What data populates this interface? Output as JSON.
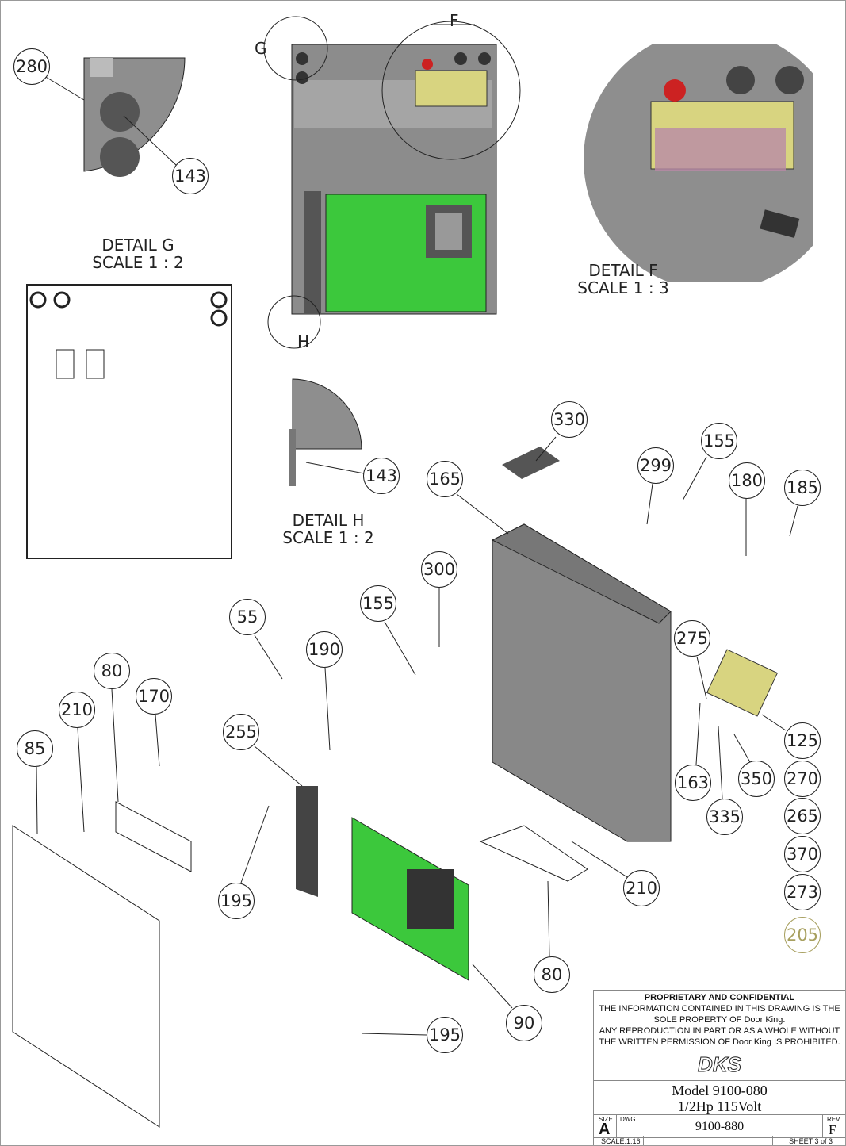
{
  "views": {
    "detail_g": {
      "title": "DETAIL G",
      "scale": "SCALE 1 : 2"
    },
    "detail_f": {
      "title": "DETAIL F",
      "scale": "SCALE 1 : 3"
    },
    "detail_h": {
      "title": "DETAIL H",
      "scale": "SCALE 1 : 2"
    },
    "view_letters": [
      "G",
      "F",
      "H"
    ]
  },
  "balloons": [
    "280",
    "143",
    "143",
    "330",
    "155",
    "299",
    "180",
    "185",
    "165",
    "300",
    "155",
    "55",
    "190",
    "80",
    "170",
    "210",
    "85",
    "255",
    "275",
    "125",
    "270",
    "265",
    "370",
    "273",
    "205",
    "163",
    "350",
    "335",
    "210",
    "80",
    "90",
    "195",
    "195"
  ],
  "colors": {
    "pcb": "#3cc83c",
    "sheet_metal": "#8a8a8a",
    "balloon_highlight": "#a8a060",
    "terminal_label": "#d8d480"
  },
  "title_block": {
    "heading": "PROPRIETARY AND CONFIDENTIAL",
    "line1": "THE INFORMATION CONTAINED IN THIS DRAWING IS THE",
    "line2": "SOLE PROPERTY OF Door King.",
    "line3": "ANY REPRODUCTION IN PART OR AS A WHOLE WITHOUT",
    "line4": "THE WRITTEN PERMISSION OF Door King IS PROHIBITED.",
    "logo": "DKS",
    "model": "Model 9100-080",
    "spec": "1/2Hp 115Volt",
    "size_label": "SIZE",
    "size": "A",
    "dwg_label": "DWG",
    "dwg": "9100-880",
    "rev_label": "REV",
    "rev": "F",
    "scale": "SCALE:1:16",
    "sheet": "SHEET 3 of 3"
  }
}
